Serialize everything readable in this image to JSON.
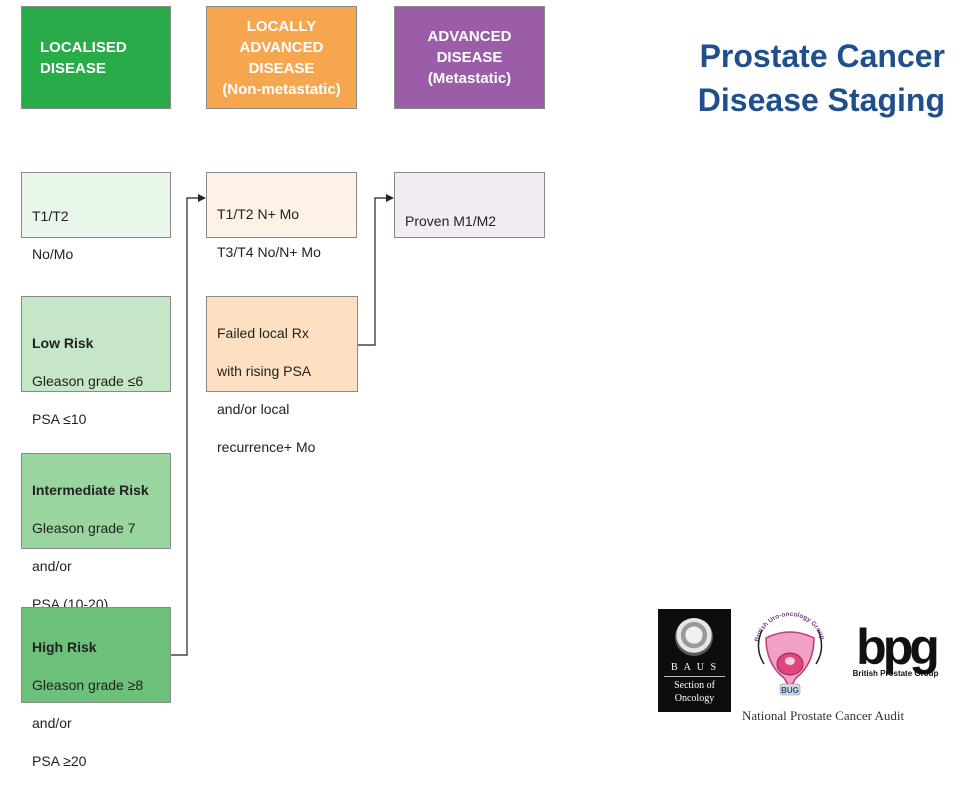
{
  "title": {
    "line1": "Prostate Cancer",
    "line2": "Disease Staging"
  },
  "headers": {
    "localised": "LOCALISED\nDISEASE",
    "locally_advanced": "LOCALLY\nADVANCED\nDISEASE\n(Non-metastatic)",
    "advanced": "ADVANCED\nDISEASE\n(Metastatic)"
  },
  "localised": {
    "t_stage": {
      "line1": "T1/T2",
      "line2": "No/Mo"
    },
    "low_risk": {
      "heading": "Low Risk",
      "line1": "Gleason grade ≤6",
      "line2": "PSA ≤10"
    },
    "intermediate_risk": {
      "heading": "Intermediate Risk",
      "line1": "Gleason grade 7",
      "line2": "and/or",
      "line3": "PSA (10-20)"
    },
    "high_risk": {
      "heading": "High Risk",
      "line1": "Gleason grade ≥8",
      "line2": "and/or",
      "line3": "PSA ≥20"
    }
  },
  "locally_advanced": {
    "t_stage": {
      "line1": "T1/T2 N+ Mo",
      "line2": "T3/T4 No/N+ Mo"
    },
    "failed_rx": {
      "line1": "Failed local Rx",
      "line2": "with rising PSA",
      "line3": "and/or local",
      "line4": "recurrence+ Mo"
    }
  },
  "advanced": {
    "proven": "Proven M1/M2"
  },
  "logos": {
    "baus_text": "B A U S",
    "baus_section": "Section of\nOncology",
    "bug_ring_text": "British Uro-oncology Group",
    "bug_text": "BUG",
    "bpg_text": "bpg",
    "bpg_caption": "British Prostate Group"
  },
  "footer": "National Prostate Cancer Audit",
  "colors": {
    "title_blue": "#1f4f8c",
    "localised_green": "#2aab4a",
    "locally_advanced_orange": "#f5a64f",
    "advanced_purple": "#9b5ca8"
  }
}
